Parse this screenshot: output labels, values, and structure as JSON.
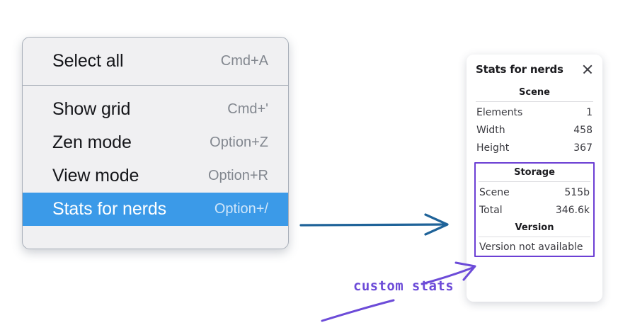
{
  "menu": {
    "name": "context-menu",
    "groups": [
      {
        "items": [
          {
            "label": "Select all",
            "shortcut": "Cmd+A",
            "selected": false
          }
        ]
      },
      {
        "items": [
          {
            "label": "Show grid",
            "shortcut": "Cmd+'",
            "selected": false
          },
          {
            "label": "Zen mode",
            "shortcut": "Option+Z",
            "selected": false
          },
          {
            "label": "View mode",
            "shortcut": "Option+R",
            "selected": false
          },
          {
            "label": "Stats for nerds",
            "shortcut": "Option+/",
            "selected": true
          }
        ]
      }
    ],
    "highlight_color": "#3b9ae8",
    "background_color": "#f0f0f2",
    "border_color": "#a9b0ba"
  },
  "stats_panel": {
    "title": "Stats for nerds",
    "close_icon": "close-icon",
    "sections": [
      {
        "heading": "Scene",
        "rows": [
          {
            "key": "Elements",
            "value": "1"
          },
          {
            "key": "Width",
            "value": "458"
          },
          {
            "key": "Height",
            "value": "367"
          }
        ]
      },
      {
        "heading": "Storage",
        "rows": [
          {
            "key": "Scene",
            "value": "515b"
          },
          {
            "key": "Total",
            "value": "346.6k"
          }
        ]
      },
      {
        "heading": "Version",
        "rows": [],
        "note": "Version not available"
      }
    ],
    "highlight_border_color": "#6c3fd4"
  },
  "annotations": {
    "blue_arrow_color": "#1f6399",
    "purple_color": "#6c4bd8",
    "callout_label": "custom stats"
  }
}
